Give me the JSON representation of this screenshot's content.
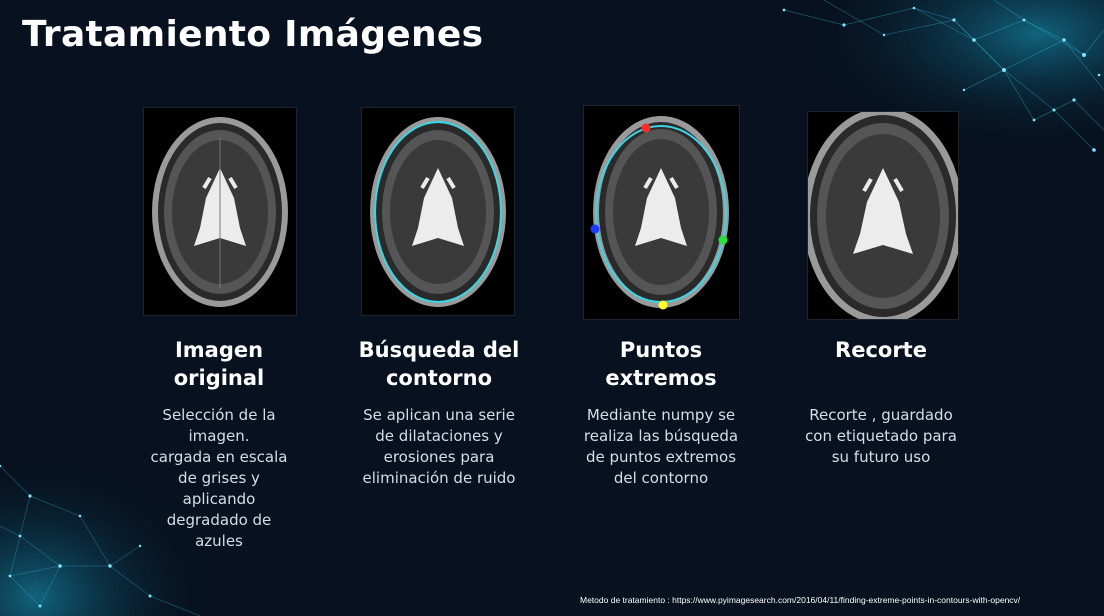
{
  "title": "Tratamiento Imágenes",
  "steps": [
    {
      "title_line1": "Imagen",
      "title_line2": "original",
      "desc": [
        "Selección de la",
        "imagen.",
        "cargada en escala",
        "de grises y",
        "aplicando",
        "degradado de",
        "azules"
      ],
      "image": "mri-original"
    },
    {
      "title_line1": "Búsqueda del",
      "title_line2": "contorno",
      "desc": [
        "Se aplican una serie",
        "de dilataciones y",
        "erosiones para",
        "eliminación de ruido"
      ],
      "image": "mri-contour"
    },
    {
      "title_line1": "Puntos",
      "title_line2": "extremos",
      "desc": [
        "Mediante numpy se",
        "realiza las búsqueda",
        "de puntos extremos",
        "del contorno"
      ],
      "image": "mri-extreme-points"
    },
    {
      "title_line1": "Recorte",
      "title_line2": "",
      "desc": [
        "Recorte , guardado",
        "con etiquetado para",
        "su futuro uso"
      ],
      "image": "mri-cropped"
    }
  ],
  "footer": "Metodo de tratamiento : https://www.pyimagesearch.com/2016/04/11/finding-extreme-points-in-contours-with-opencv/",
  "colors": {
    "background": "#07111f",
    "contour": "#39d6e6",
    "point_top": "#ff2a2a",
    "point_left": "#1a3cff",
    "point_right": "#29e03a",
    "point_bottom": "#ffff2a"
  }
}
